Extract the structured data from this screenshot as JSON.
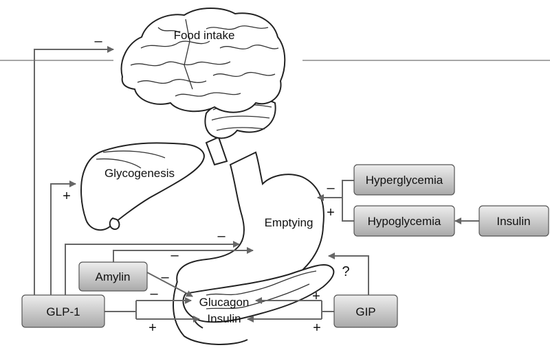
{
  "labels": {
    "food_intake": "Food intake",
    "glycogenesis": "Glycogenesis",
    "emptying": "Emptying",
    "glucagon": "Glucagon",
    "insulin_target": "Insulin"
  },
  "boxes": {
    "hyperglycemia": "Hyperglycemia",
    "hypoglycemia": "Hypoglycemia",
    "insulin": "Insulin",
    "amylin": "Amylin",
    "glp1": "GLP-1",
    "gip": "GIP"
  },
  "signs": {
    "glp1_food": "–",
    "glp1_liver": "+",
    "hyperglycemia_stomach": "–",
    "hypoglycemia_stomach": "+",
    "glp1_emptying": "–",
    "amylin_emptying": "–",
    "amylin_glucagon": "–",
    "glp1_glucagon": "–",
    "glp1_insulin": "+",
    "gip_glucagon": "+",
    "gip_insulin": "+",
    "gip_pancreas": "?"
  },
  "colors": {
    "box_top": "#eeeeee",
    "box_bottom": "#a9a9a9",
    "arrow": "#666666"
  }
}
